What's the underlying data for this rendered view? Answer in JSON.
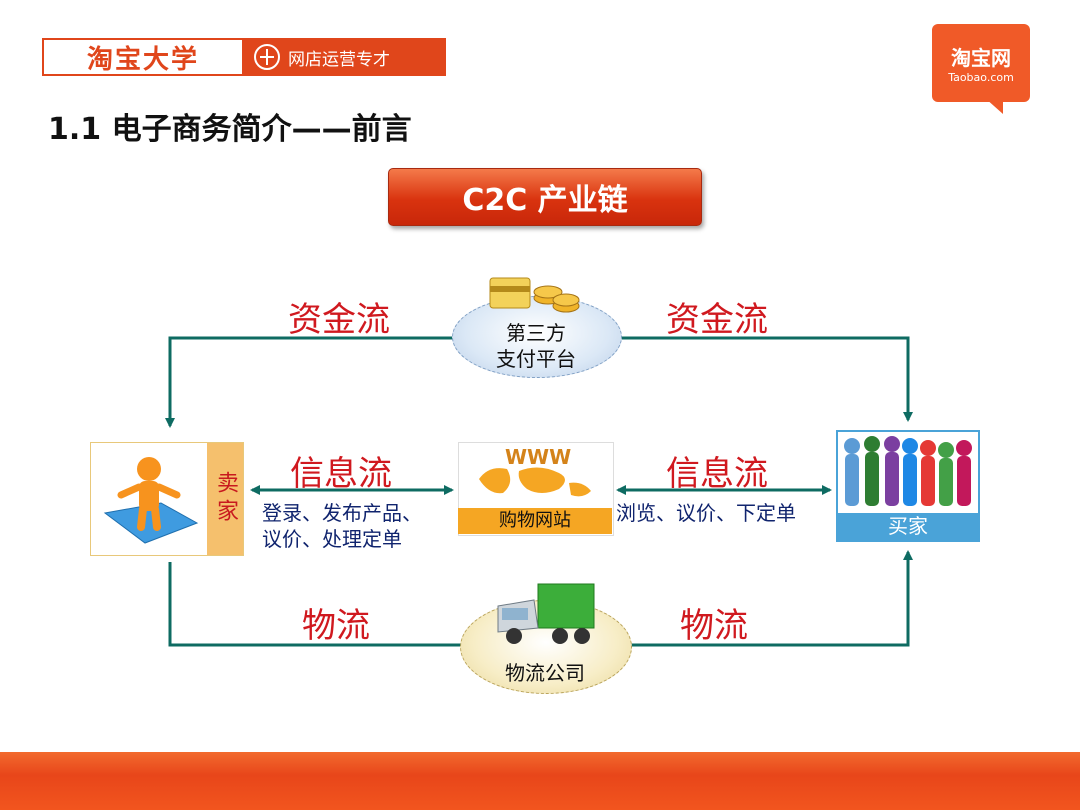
{
  "header": {
    "brand_left": "淘宝大学",
    "brand_right": "网店运营专才",
    "logo_line1": "淘宝网",
    "logo_line2": "Taobao.com"
  },
  "title": "1.1  电子商务简介——前言",
  "chain_title": "C2C 产业链",
  "nodes": {
    "payment": "第三方\n支付平台",
    "payment_l1": "第三方",
    "payment_l2": "支付平台",
    "seller": "卖家",
    "site_caption": "购物网站",
    "buyer": "买家",
    "logistics": "物流公司",
    "www": "WWW"
  },
  "flows": {
    "money_left": "资金流",
    "money_right": "资金流",
    "info_left": "信息流",
    "info_right": "信息流",
    "logistics_left": "物流",
    "logistics_right": "物流"
  },
  "notes": {
    "seller_actions_l1": "登录、发布产品、",
    "seller_actions_l2": "议价、处理定单",
    "buyer_actions": "浏览、议价、下定单"
  },
  "colors": {
    "brand": "#e0461b",
    "flow_text": "#d0191f",
    "note_text": "#10246e",
    "arrow": "#0e6b62"
  }
}
